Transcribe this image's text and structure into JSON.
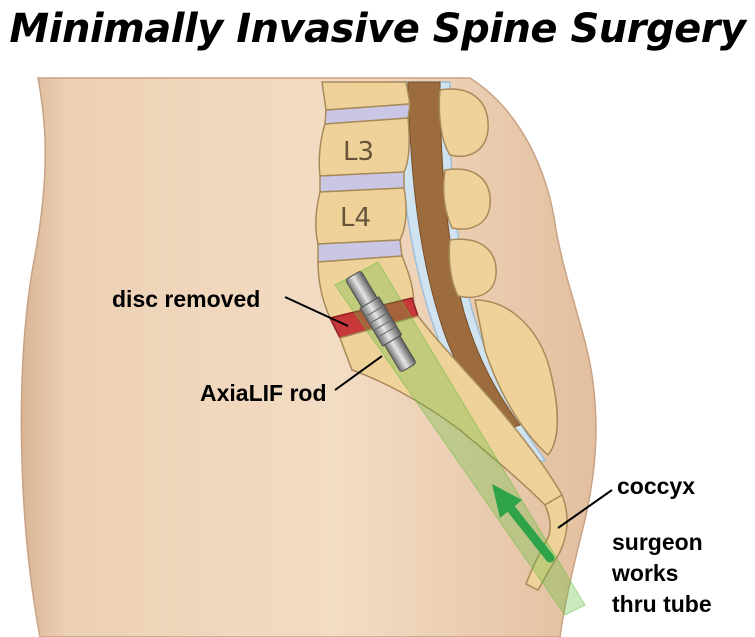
{
  "title": "Minimally Invasive Spine Surgery",
  "labels": {
    "disc_removed": "disc removed",
    "axialif_rod": "AxiaLIF rod",
    "coccyx": "coccyx",
    "surgeon_line1": "surgeon",
    "surgeon_line2": "works",
    "surgeon_line3": "thru tube"
  },
  "vertebra_labels": {
    "l3": "L3",
    "l4": "L4"
  },
  "colors": {
    "skin": "#f0d2b4",
    "bone": "#efd29a",
    "disc": "#c9c6e6",
    "removed_disc": "#c8373a",
    "canal": "#c9dff0",
    "cord": "#9a6a3c",
    "tube": "#5fbe3c",
    "arrow": "#2ea34a",
    "rod": "#8a8a8a"
  },
  "icons": {
    "approach_arrow": "arrow-up-left"
  }
}
